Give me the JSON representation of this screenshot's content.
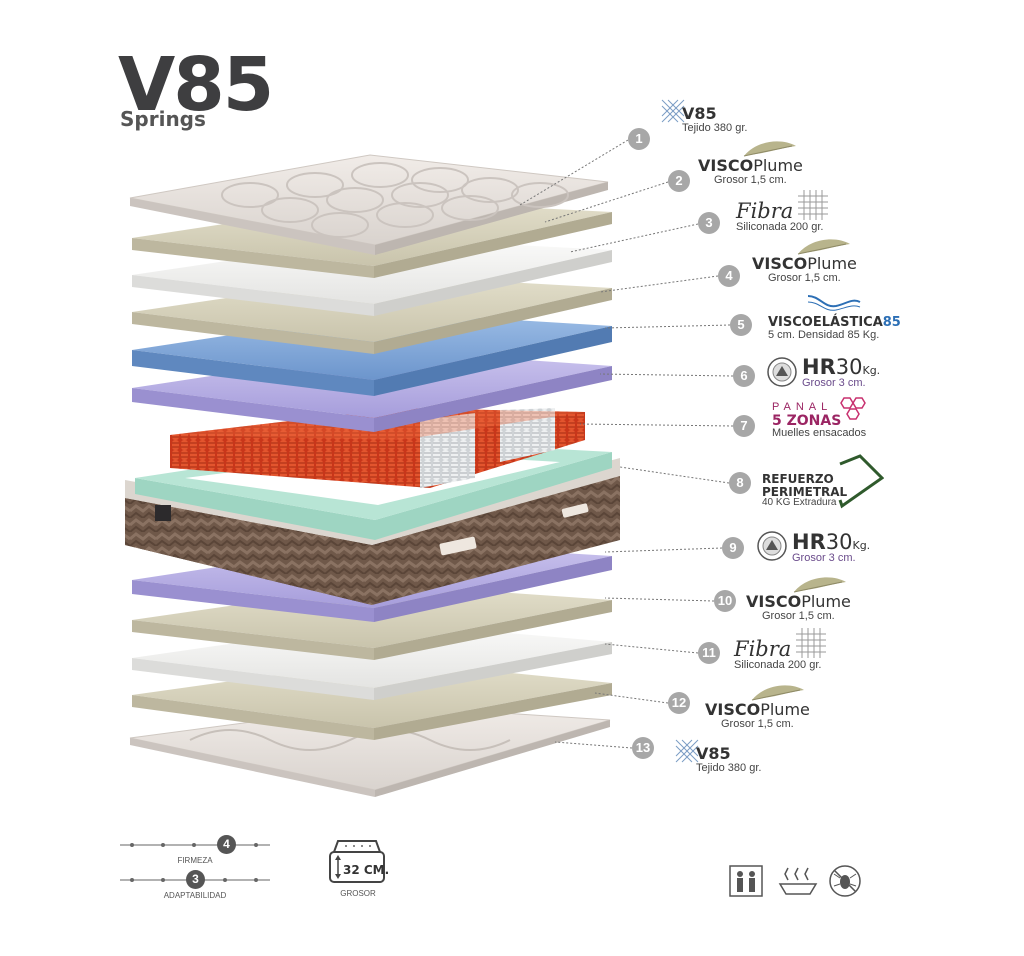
{
  "product": {
    "title": "V85",
    "subtitle": "Springs"
  },
  "layers": [
    {
      "num": "1",
      "brand": "V85",
      "sub": "Tejido 380 gr."
    },
    {
      "num": "2",
      "brand": "VISCO",
      "brand_light": "Plume",
      "sub": "Grosor 1,5 cm."
    },
    {
      "num": "3",
      "brand": "Fibra",
      "sub": "Siliconada 200 gr."
    },
    {
      "num": "4",
      "brand": "VISCO",
      "brand_light": "Plume",
      "sub": "Grosor 1,5 cm."
    },
    {
      "num": "5",
      "brand": "VISCO",
      "brand_mid": "ELÁSTICA",
      "brand_num": "85",
      "sub": "5 cm. Densidad 85 Kg."
    },
    {
      "num": "6",
      "brand": "HR",
      "brand_light": "30",
      "unit": "Kg.",
      "sub": "Grosor 3 cm."
    },
    {
      "num": "7",
      "brand": "PANAL",
      "brand_light": "5 ZONAS",
      "sub": "Muelles ensacados"
    },
    {
      "num": "8",
      "brand": "REFUERZO",
      "brand_light": "PERIMETRAL",
      "sub": "40 KG Extradura"
    },
    {
      "num": "9",
      "brand": "HR",
      "brand_light": "30",
      "unit": "Kg.",
      "sub": "Grosor 3 cm."
    },
    {
      "num": "10",
      "brand": "VISCO",
      "brand_light": "Plume",
      "sub": "Grosor 1,5 cm."
    },
    {
      "num": "11",
      "brand": "Fibra",
      "sub": "Siliconada 200 gr."
    },
    {
      "num": "12",
      "brand": "VISCO",
      "brand_light": "Plume",
      "sub": "Grosor 1,5 cm."
    },
    {
      "num": "13",
      "brand": "V85",
      "sub": "Tejido 380 gr."
    }
  ],
  "specs": {
    "firmeza": {
      "label": "FIRMEZA",
      "value": "4"
    },
    "adaptabilidad": {
      "label": "ADAPTABILIDAD",
      "value": "3"
    },
    "grosor": {
      "label": "GROSOR",
      "value": "32 CM."
    }
  },
  "feature_icons": [
    "two-people-icon",
    "breathable-icon",
    "anti-mite-icon"
  ],
  "colors": {
    "badge": "#a7a7a7",
    "layer_beige": "#d8d4c0",
    "layer_white": "#f4f4f2",
    "layer_blue": "#7fa6d6",
    "layer_lavender": "#b7aee0",
    "springs_red": "#d8401e",
    "frame_mint": "#a9dccb",
    "border_brown": "#6f5849",
    "panal_magenta": "#9b2563",
    "visco_blue": "#2c6fb5"
  }
}
